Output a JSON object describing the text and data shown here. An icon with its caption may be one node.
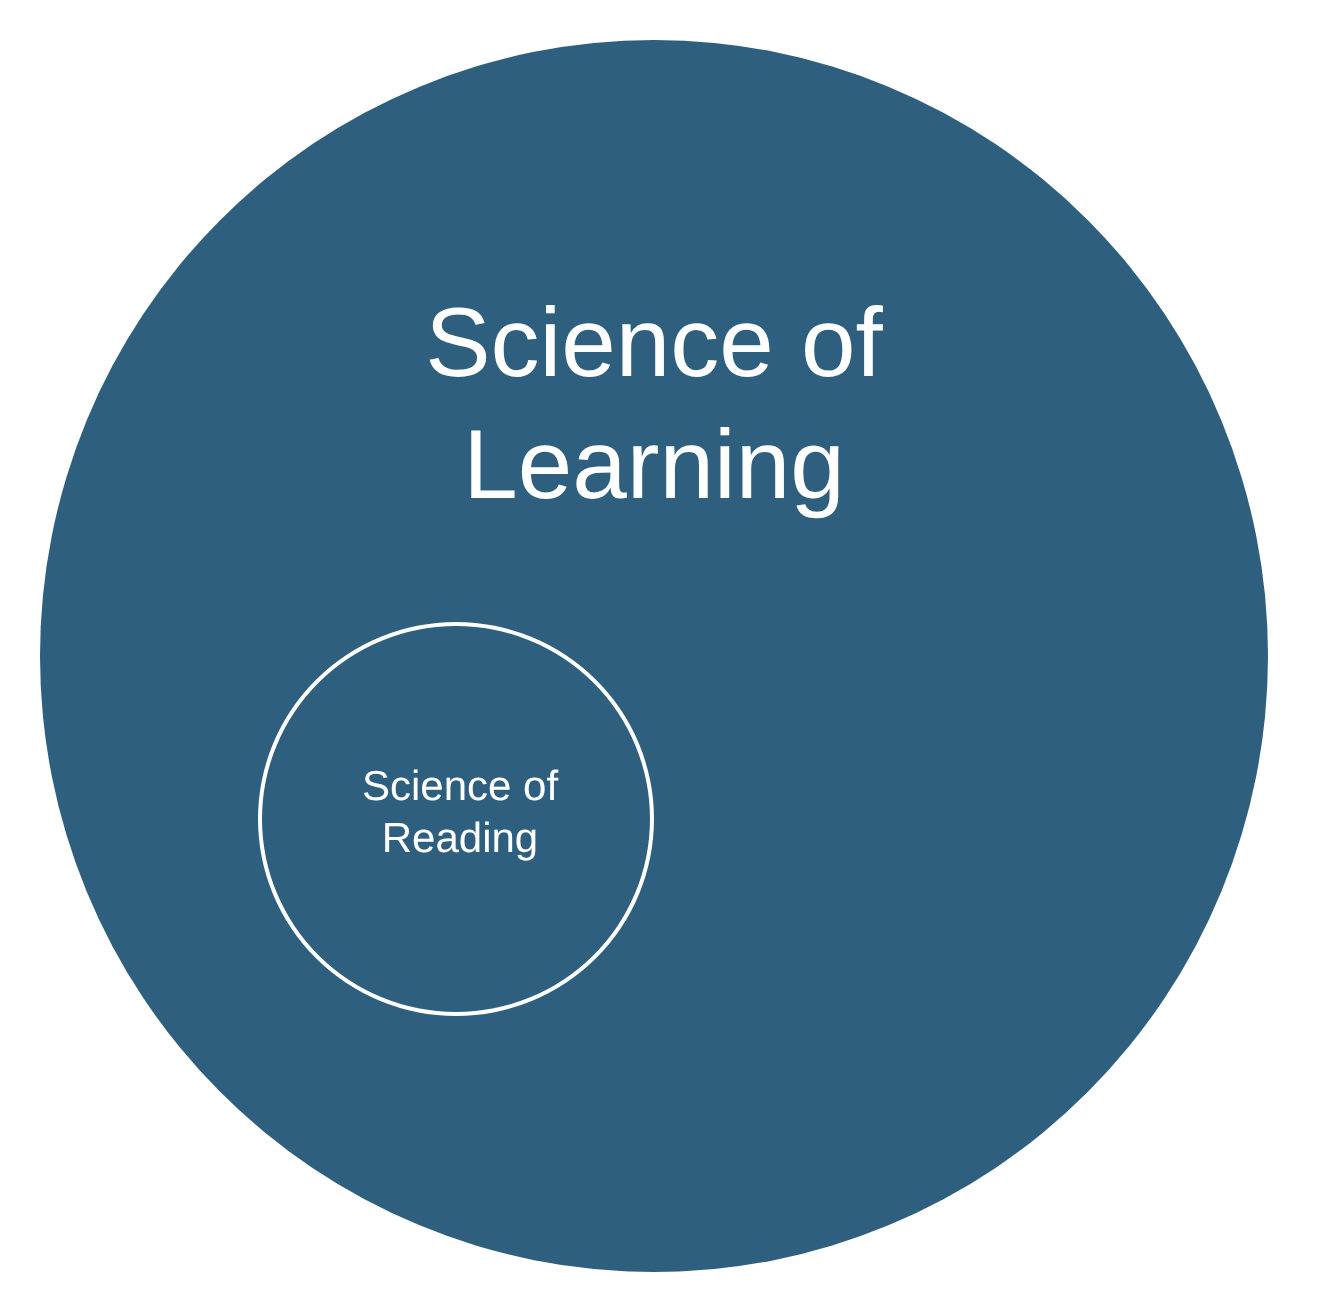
{
  "diagram": {
    "nodes": [
      {
        "text": [
          "Science of Learning"
        ]
      },
      {
        "text": [
          "Science of Reading"
        ],
        "in": 0
      }
    ]
  }
}
